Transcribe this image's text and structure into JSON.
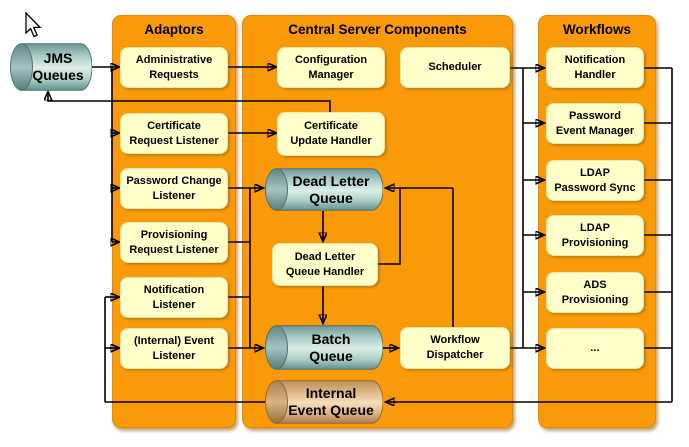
{
  "jms": {
    "label": "JMS\nQueues"
  },
  "adaptors": {
    "title": "Adaptors",
    "items": [
      "Administrative\nRequests",
      "Certificate\nRequest Listener",
      "Password Change\nListener",
      "Provisioning\nRequest Listener",
      "Notification\nListener",
      "(Internal) Event\nListener"
    ]
  },
  "central": {
    "title": "Central Server Components",
    "configuration_manager": "Configuration\nManager",
    "scheduler": "Scheduler",
    "certificate_update_handler": "Certificate\nUpdate Handler",
    "dead_letter_queue": "Dead Letter\nQueue",
    "dead_letter_queue_handler": "Dead Letter\nQueue Handler",
    "batch_queue": "Batch\nQueue",
    "workflow_dispatcher": "Workflow\nDispatcher",
    "internal_event_queue": "Internal\nEvent Queue"
  },
  "workflows": {
    "title": "Workflows",
    "items": [
      "Notification\nHandler",
      "Password\nEvent Manager",
      "LDAP\nPassword Sync",
      "LDAP\nProvisioning",
      "ADS\nProvisioning",
      "..."
    ]
  },
  "colors": {
    "panel_orange": "#FA9A08",
    "box_yellow": "#FFFFC9",
    "box_border": "#E6E6A6",
    "cylinder_teal_light": "#DCEEE8",
    "cylinder_teal_dark": "#63908D",
    "cylinder_tan_light": "#F6DDBA",
    "cylinder_tan_dark": "#AA7C4E",
    "connector": "#000000",
    "background": "#FFFFFF"
  }
}
